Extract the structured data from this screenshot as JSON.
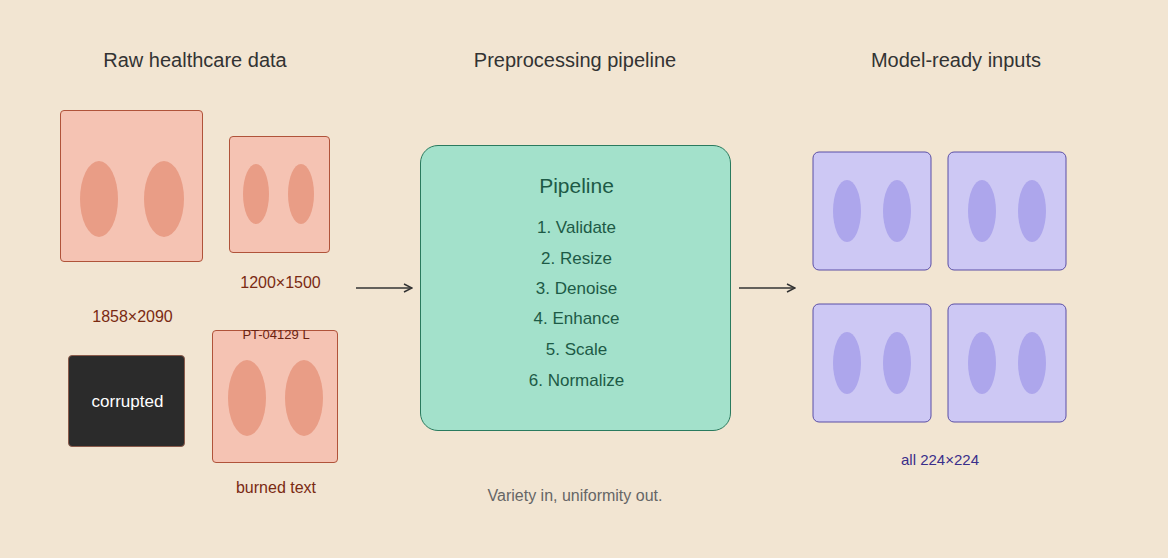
{
  "diagram": {
    "caption": "Variety in, uniformity out.",
    "nodes": [
      {
        "text": [
          "1858×2090"
        ]
      },
      {
        "text": [
          "1200×1500"
        ]
      },
      {
        "text": [
          "corrupted"
        ]
      },
      {
        "text": [
          "PT-04129 L",
          "burned text"
        ]
      },
      {
        "text": [
          "Pipeline",
          "1. Validate",
          "2. Resize",
          "3. Denoise",
          "4. Enhance",
          "5. Scale",
          "6. Normalize"
        ]
      }
    ],
    "labels": [
      "Raw healthcare data",
      "Preprocessing pipeline",
      "Model-ready inputs",
      "all 224×224"
    ]
  }
}
